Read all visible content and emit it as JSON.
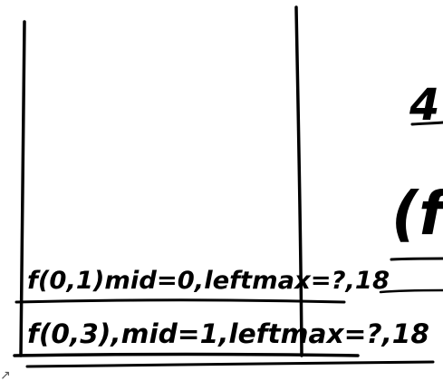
{
  "whiteboard": {
    "stack_frames": [
      {
        "text": "f(0,1)mid=0,leftmax=?,18"
      },
      {
        "text": "f(0,3),mid=1,leftmax=?,18"
      }
    ],
    "right_fragment_top": "4",
    "right_fragment_bottom": "(f",
    "corner_mark": "↗"
  }
}
